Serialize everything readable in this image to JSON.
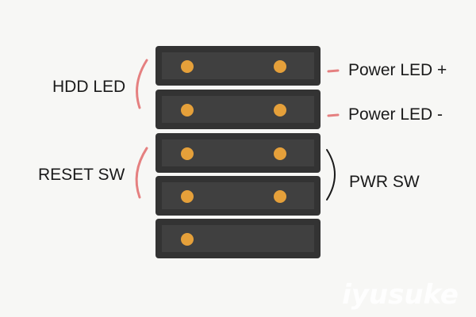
{
  "diagram": {
    "colors": {
      "background": "#f7f7f5",
      "pin_outer": "#333333",
      "pin_inner": "#404040",
      "pin_dot": "#e5a03a",
      "bracket": "#e58080",
      "text": "#1a1a1a",
      "watermark": "#ffffff"
    },
    "rows": [
      {
        "left_pin": true,
        "right_pin": true
      },
      {
        "left_pin": true,
        "right_pin": true
      },
      {
        "left_pin": true,
        "right_pin": true
      },
      {
        "left_pin": true,
        "right_pin": true
      },
      {
        "left_pin": true,
        "right_pin": false
      }
    ],
    "labels": {
      "hdd_led": "HDD LED",
      "power_led_plus": "Power LED +",
      "power_led_minus": "Power LED -",
      "reset_sw": "RESET SW",
      "pwr_sw": "PWR SW"
    },
    "watermark": "iyusuke"
  }
}
